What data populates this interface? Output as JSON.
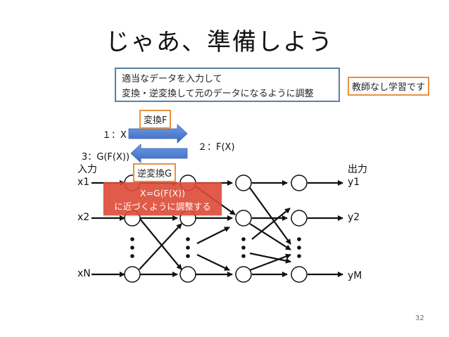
{
  "slide": {
    "title": "じゃあ、準備しよう",
    "instruction_line1": "適当なデータを入力して",
    "instruction_line2": "変換・逆変換して元のデータになるように調整",
    "badge_unsupervised": "教師なし学習です",
    "transform_F": "変換F",
    "inverse_G": "逆変換G",
    "step1": "１：X",
    "step2": "２：F(X)",
    "step3": "3：G(F(X))",
    "callout_line1": "X=G(F(X))",
    "callout_line2": "に近づくように調整する",
    "page_number": "32"
  },
  "network": {
    "input_header": "入力",
    "output_header": "出力",
    "inputs": [
      "x1",
      "x2",
      "xN"
    ],
    "outputs": [
      "y1",
      "y2",
      "yM"
    ]
  },
  "colors": {
    "arrow_blue": "#4a7fd4",
    "box_blue": "#5b7fa8",
    "box_orange": "#e8923f",
    "callout_red": "#dd4a36"
  }
}
